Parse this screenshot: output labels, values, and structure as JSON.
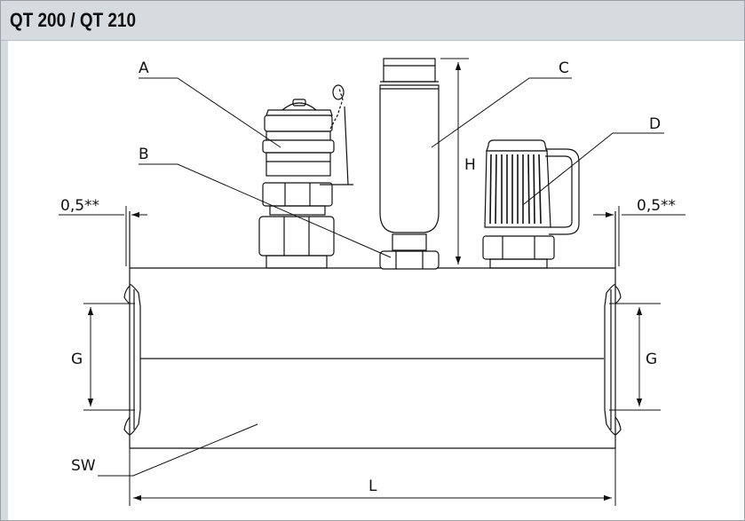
{
  "header": {
    "title": "QT 200 / QT 210"
  },
  "labels": {
    "a": "A",
    "b": "B",
    "c": "C",
    "d": "D",
    "h": "H",
    "g_left": "G",
    "g_right": "G",
    "sw": "SW",
    "l": "L",
    "gap_left": "0,5**",
    "gap_right": "0,5**"
  },
  "colors": {
    "header_bg": "#d6dbe0",
    "line": "#111111",
    "frame": "#9aa0a8"
  }
}
